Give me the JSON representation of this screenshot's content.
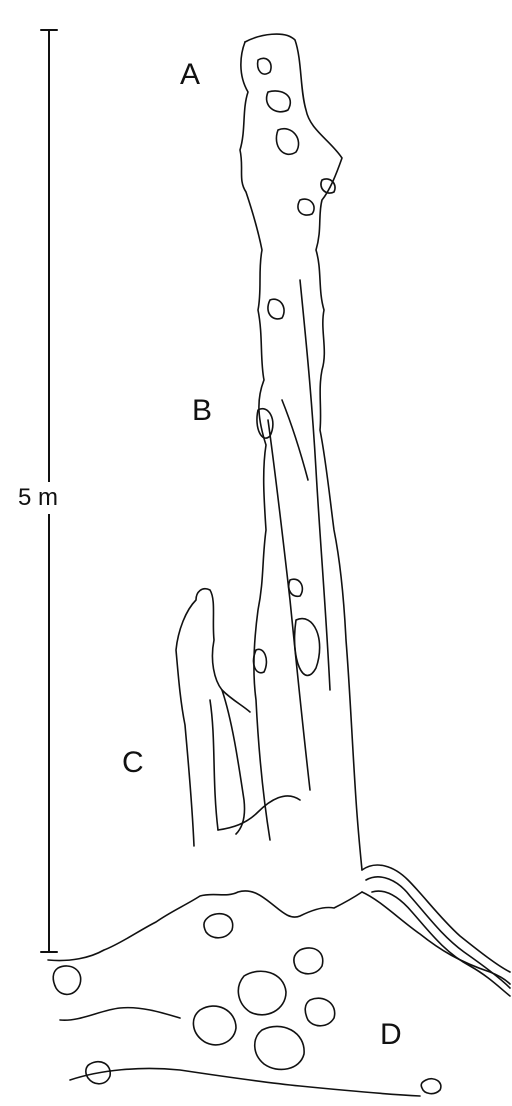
{
  "scale_bar": {
    "label": "5 m"
  },
  "labels": {
    "a": "A",
    "b": "B",
    "c": "C",
    "d": "D"
  },
  "colors": {
    "ink": "#111111",
    "background": "#ffffff"
  }
}
